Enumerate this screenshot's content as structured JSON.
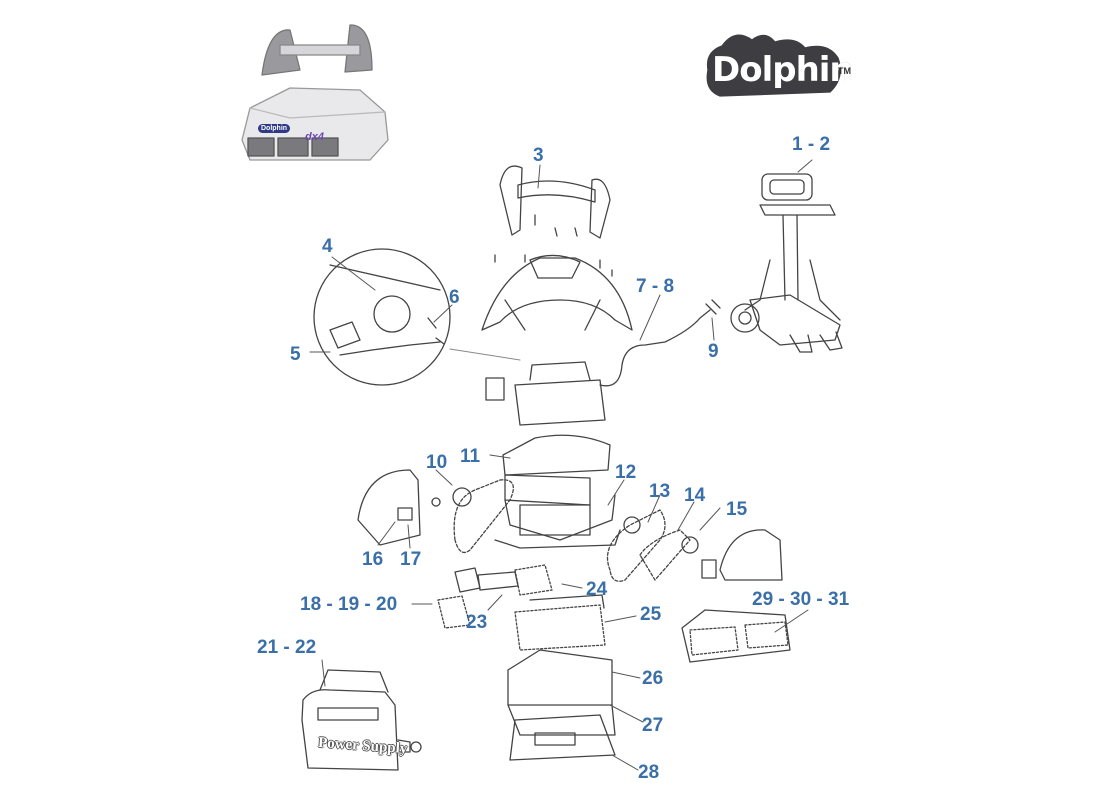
{
  "brand": {
    "wordmark": "Dolphin",
    "trademark": "TM"
  },
  "product": {
    "brand_badge": "Dolphin",
    "model": "dx4"
  },
  "power_supply": {
    "label": "Power Supply"
  },
  "callouts": [
    {
      "id": "c1",
      "label": "1 - 2"
    },
    {
      "id": "c3",
      "label": "3"
    },
    {
      "id": "c4",
      "label": "4"
    },
    {
      "id": "c5",
      "label": "5"
    },
    {
      "id": "c6",
      "label": "6"
    },
    {
      "id": "c7",
      "label": "7 - 8"
    },
    {
      "id": "c9",
      "label": "9"
    },
    {
      "id": "c10",
      "label": "10"
    },
    {
      "id": "c11",
      "label": "11"
    },
    {
      "id": "c12",
      "label": "12"
    },
    {
      "id": "c13",
      "label": "13"
    },
    {
      "id": "c14",
      "label": "14"
    },
    {
      "id": "c15",
      "label": "15"
    },
    {
      "id": "c16",
      "label": "16"
    },
    {
      "id": "c17",
      "label": "17"
    },
    {
      "id": "c18",
      "label": "18 - 19 - 20"
    },
    {
      "id": "c21",
      "label": "21 - 22"
    },
    {
      "id": "c23",
      "label": "23"
    },
    {
      "id": "c24",
      "label": "24"
    },
    {
      "id": "c25",
      "label": "25"
    },
    {
      "id": "c26",
      "label": "26"
    },
    {
      "id": "c27",
      "label": "27"
    },
    {
      "id": "c28",
      "label": "28"
    },
    {
      "id": "c29",
      "label": "29 - 30 - 31"
    }
  ],
  "colors": {
    "callout": "#3a6fa8",
    "line": "#444444"
  }
}
